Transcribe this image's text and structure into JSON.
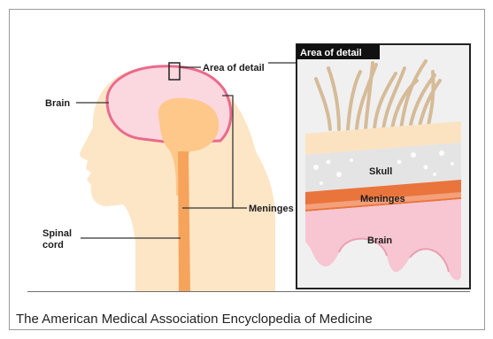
{
  "labels": {
    "area_of_detail": "Area of detail",
    "brain": "Brain",
    "meninges": "Meninges",
    "spinal_cord_line1": "Spinal",
    "spinal_cord_line2": "cord"
  },
  "inset": {
    "title": "Area of detail",
    "skull": "Skull",
    "meninges": "Meninges",
    "brain": "Brain"
  },
  "credit": "The American Medical Association Encyclopedia of Medicine",
  "colors": {
    "head_skin": "#fde6c6",
    "brain_fill": "#fbd7e0",
    "brain_outline": "#ea6a8c",
    "spinal_cord": "#f6a45c",
    "inset_background": "#f0f0f0",
    "hair": "#d6bb98",
    "skull": "#e4e4e4",
    "meninges": "#e9743c",
    "brain_tissue": "#f7c6d2"
  }
}
